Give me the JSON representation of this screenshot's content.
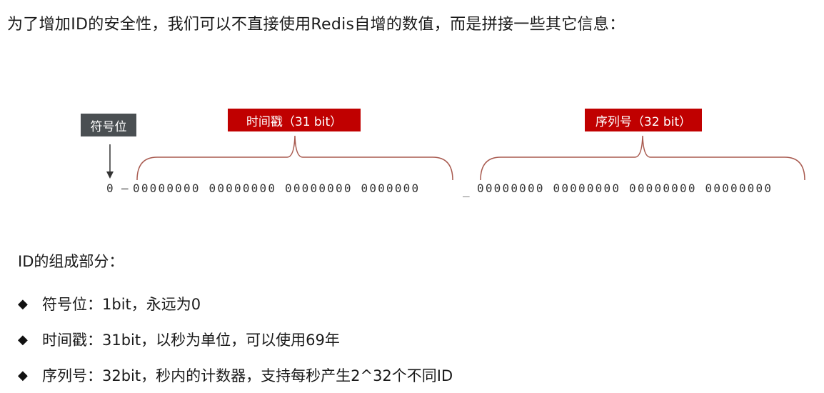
{
  "intro": "为了增加ID的安全性，我们可以不直接使用Redis自增的数值，而是拼接一些其它信息：",
  "diagram": {
    "labels": {
      "sign": "符号位",
      "timestamp": "时间戳（31 bit）",
      "sequence": "序列号（32 bit）"
    },
    "bits": {
      "sign": "0",
      "timestamp": "00000000 00000000 00000000 0000000",
      "sequence": "00000000 00000000 00000000 00000000",
      "separator": "–",
      "separator2": "_"
    },
    "colors": {
      "sign_label_bg": "#4a4f52",
      "segment_label_bg": "#c00000",
      "brace": "#a85a4f",
      "arrow": "#333333"
    }
  },
  "composition": {
    "title": "ID的组成部分：",
    "bullet_icon": "◆",
    "items": [
      {
        "text": "符号位：1bit，永远为0"
      },
      {
        "text": "时间戳：31bit，以秒为单位，可以使用69年"
      },
      {
        "text": "序列号：32bit，秒内的计数器，支持每秒产生2^32个不同ID"
      }
    ]
  }
}
